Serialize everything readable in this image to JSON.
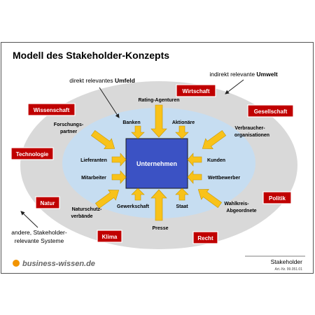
{
  "title": "Modell des Stakeholder-Konzepts",
  "zones": {
    "inner": {
      "prefix": "direkt relevantes ",
      "bold": "Umfeld"
    },
    "outer": {
      "prefix": "indirekt relevante ",
      "bold": "Umwelt"
    },
    "other_line1": "andere, Stakeholder-",
    "other_line2": "relevante Systeme"
  },
  "center": "Unternehmen",
  "inner_stakeholders": {
    "banken": "Banken",
    "aktionaere": "Aktionäre",
    "lieferanten": "Lieferanten",
    "kunden": "Kunden",
    "mitarbeiter": "Mitarbeiter",
    "wettbewerber": "Wettbewerber",
    "gewerkschaft": "Gewerkschaft",
    "staat": "Staat",
    "rating": "Rating-Agenturen",
    "presse": "Presse",
    "forschung_1": "Forschungs-",
    "forschung_2": "partner",
    "verbraucher_1": "Verbraucher-",
    "verbraucher_2": "organisationen",
    "naturschutz_1": "Naturschutz-",
    "naturschutz_2": "verbände",
    "wahlkreis_1": "Wahlkreis-",
    "wahlkreis_2": "Abgeordnete"
  },
  "outer_stakeholders": {
    "wirtschaft": "Wirtschaft",
    "wissenschaft": "Wissenschaft",
    "gesellschaft": "Gesellschaft",
    "technologie": "Technologie",
    "politik": "Politik",
    "natur": "Natur",
    "klima": "Klima",
    "recht": "Recht"
  },
  "footer": {
    "brand": "business-wissen.de",
    "label": "Stakeholder",
    "article": "Art.-Nr. 99.051.01"
  },
  "colors": {
    "outer_ellipse": "#d9d9d9",
    "inner_ellipse": "#c6ddf1",
    "center_box": "#3b52c4",
    "arrow": "#f8c21a",
    "label_box": "#c00000",
    "brand_dot": "#f29400"
  }
}
